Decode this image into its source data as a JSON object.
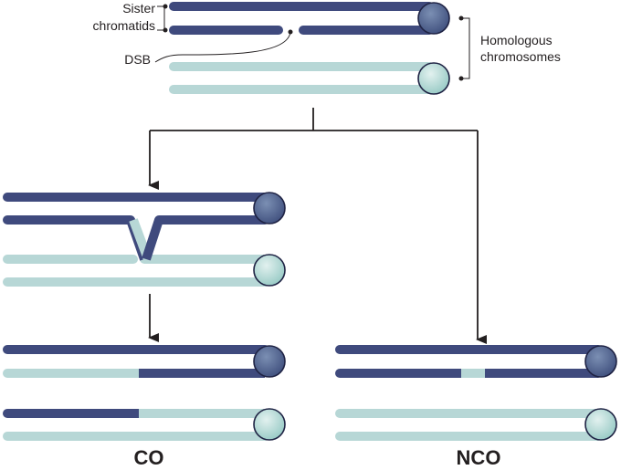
{
  "labels": {
    "sister_line1": "Sister",
    "sister_line2": "chromatids",
    "dsb": "DSB",
    "homologous_line1": "Homologous",
    "homologous_line2": "chromosomes",
    "co": "CO",
    "nco": "NCO"
  },
  "colors": {
    "dark_chromatid": "#3f4a7d",
    "dark_centromere": "#53678f",
    "light_chromatid": "#b7d7d6",
    "light_centromere": "#a7d3cf",
    "outline": "#1f2344",
    "arrow": "#231f20"
  }
}
